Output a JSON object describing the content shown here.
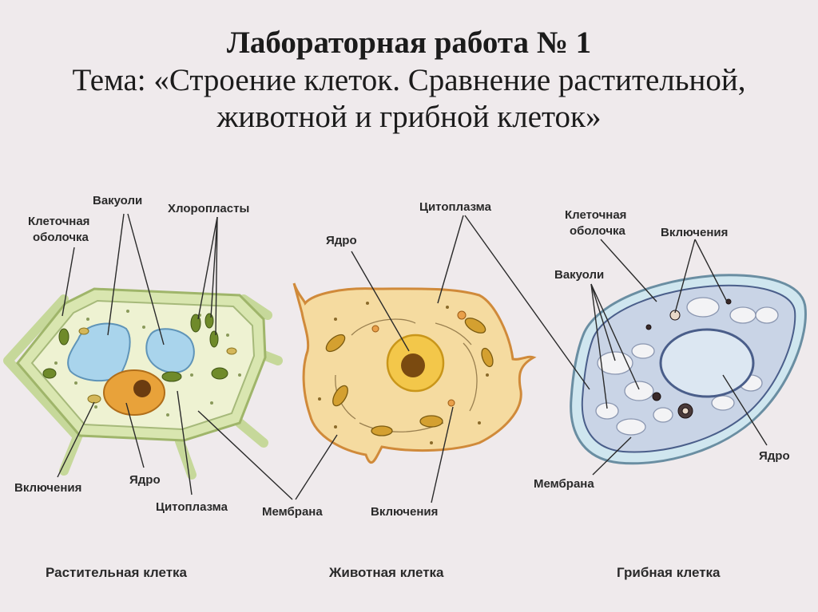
{
  "title": {
    "line1": "Лабораторная работа № 1",
    "line2": "Тема: «Строение клеток. Сравнение растительной,",
    "line3": "животной и грибной клеток»"
  },
  "plant": {
    "caption": "Растительная клетка",
    "labels": {
      "wall_1": "Клеточная",
      "wall_2": "оболочка",
      "vacuoles": "Вакуоли",
      "chloroplasts": "Хлоропласты",
      "inclusions": "Включения",
      "nucleus": "Ядро",
      "cytoplasm": "Цитоплазма"
    }
  },
  "animal": {
    "caption": "Животная клетка",
    "labels": {
      "cytoplasm": "Цитоплазма",
      "nucleus": "Ядро",
      "membrane": "Мембрана",
      "inclusions": "Включения"
    }
  },
  "fungal": {
    "caption": "Грибная клетка",
    "labels": {
      "wall_1": "Клеточная",
      "wall_2": "оболочка",
      "inclusions": "Включения",
      "vacuoles": "Вакуоли",
      "nucleus": "Ядро",
      "membrane": "Мембрана"
    }
  },
  "colors": {
    "background": "#efeaec",
    "plant_wall": "#d9e6b0",
    "plant_wall_stroke": "#9fb56a",
    "vacuole": "#a9d4ec",
    "chloroplast": "#6f8a2a",
    "nucleus": "#e8a23a",
    "animal_cytoplasm": "#f5dba0",
    "fungal_wall": "#cfe6ef",
    "fungal_cytoplasm": "#c9d4e6"
  }
}
